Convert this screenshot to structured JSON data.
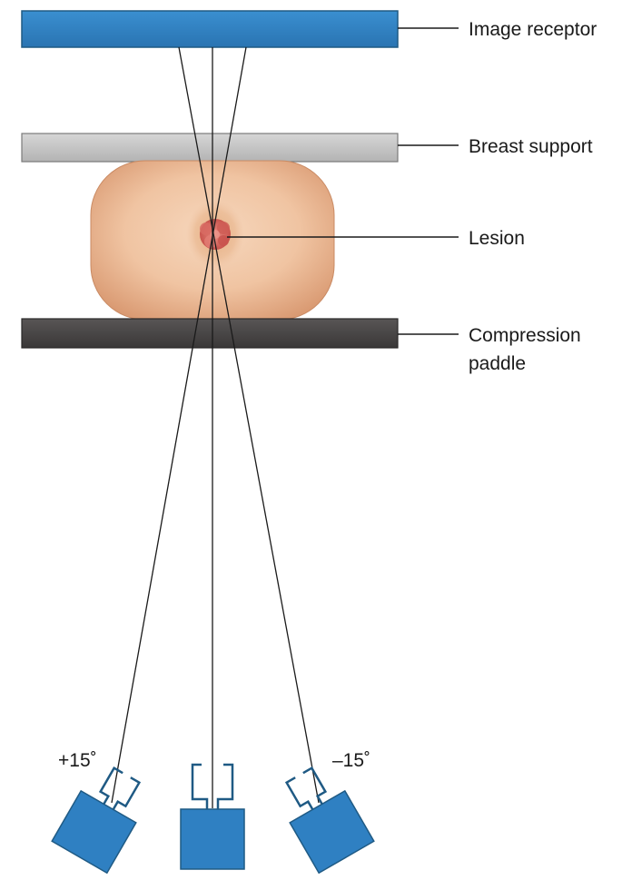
{
  "labels": {
    "image_receptor": "Image receptor",
    "breast_support": "Breast support",
    "lesion": "Lesion",
    "compression_paddle_line1": "Compression",
    "compression_paddle_line2": "paddle"
  },
  "angles": {
    "left": "+15˚",
    "right": "–15˚"
  },
  "colors": {
    "receptor_blue": "#2f80c2",
    "support_gray": "#c4c4c4",
    "paddle_dark": "#474444",
    "tube_blue": "#2f80c2",
    "collimator_outline": "#1f5a84",
    "breast_skin": "#f0c4a2",
    "lesion_red": "#d96a62",
    "line_black": "#1a1a1a"
  }
}
